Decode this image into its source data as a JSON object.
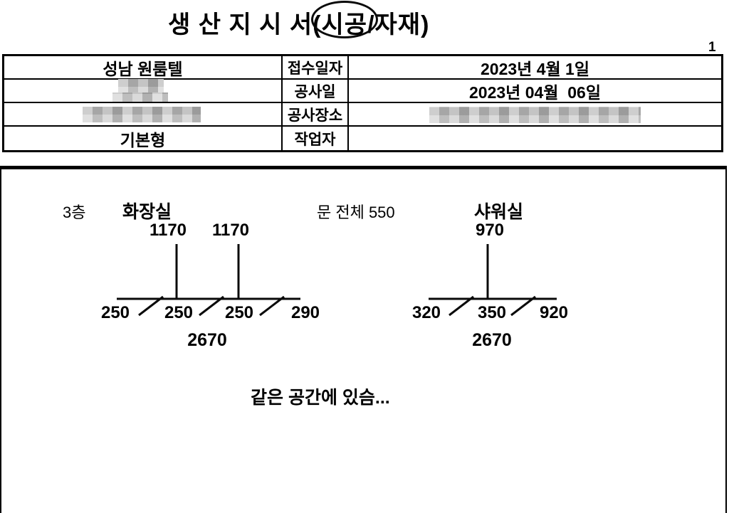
{
  "page_number": "1",
  "title": "생 산 지 시 서(시공/자재)",
  "info_table": {
    "rows": [
      {
        "left": "성남 원룸텔",
        "label": "접수일자",
        "value": "2023년 4월 1일"
      },
      {
        "left": "",
        "label": "공사일",
        "value": "2023년 04월  06일"
      },
      {
        "left": "",
        "label": "공사장소",
        "value": ""
      },
      {
        "left": "기본형",
        "label": "작업자",
        "value": ""
      }
    ]
  },
  "diagram": {
    "floor": "3층",
    "door_note": "문 전체 550",
    "bathroom": {
      "name": "화장실",
      "heights": [
        "1170",
        "1170"
      ],
      "widths": [
        "250",
        "250",
        "250",
        "290"
      ],
      "total": "2670"
    },
    "shower": {
      "name": "샤워실",
      "heights": [
        "970"
      ],
      "widths": [
        "320",
        "350",
        "920"
      ],
      "total": "2670"
    },
    "note": "같은 공간에 있슴..."
  },
  "colors": {
    "ink": "#000000",
    "redaction_gray": "#c9c9c9"
  }
}
